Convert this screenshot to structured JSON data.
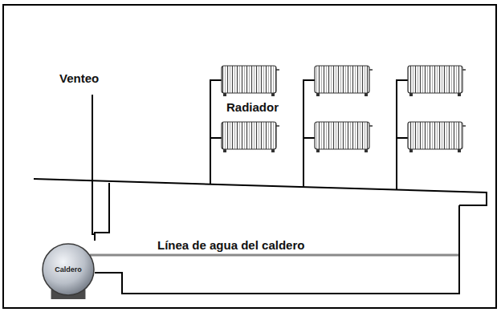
{
  "diagram": {
    "nodes": [
      {
        "text": [
          "Caldero"
        ]
      }
    ],
    "labels": [
      "Venteo",
      "Radiador",
      "Línea de agua del caldero"
    ]
  }
}
